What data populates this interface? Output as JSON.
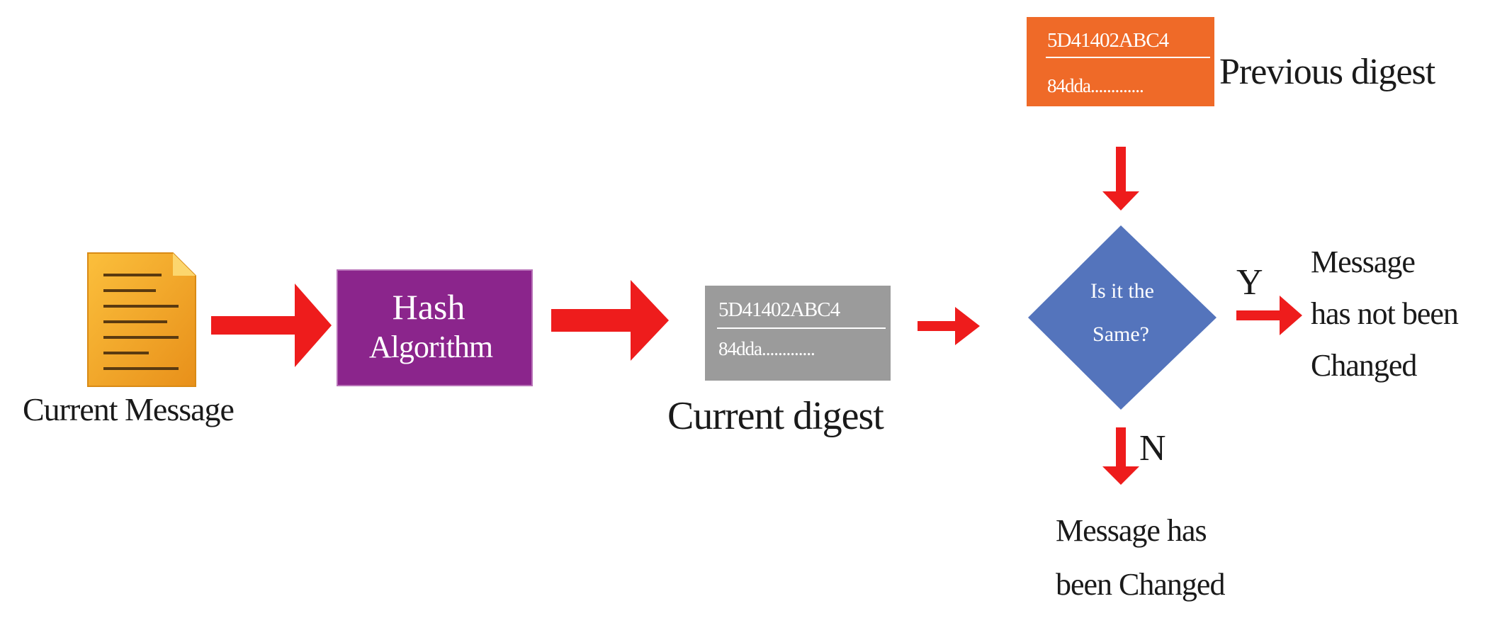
{
  "colors": {
    "arrow": "#ee1c1c",
    "hash_box": "#8b258c",
    "current_digest_box": "#9b9b9b",
    "previous_digest_box": "#ef6a28",
    "decision_diamond": "#5474bc",
    "document_icon": "#f4a82a",
    "text": "#1a1a1a",
    "box_text": "#ffffff"
  },
  "icons": {
    "message": "document-icon"
  },
  "message": {
    "label": "Current Message"
  },
  "hash": {
    "line1": "Hash",
    "line2": "Algorithm"
  },
  "current_digest": {
    "line1": "5D41402ABC4",
    "line2": "84dda.............",
    "label": "Current digest"
  },
  "previous_digest": {
    "line1": "5D41402ABC4",
    "line2": "84dda.............",
    "label": "Previous digest"
  },
  "decision": {
    "line1": "Is it the",
    "line2": "Same?"
  },
  "branch_yes": {
    "letter": "Y",
    "line1": "Message",
    "line2": "has not been",
    "line3": "Changed"
  },
  "branch_no": {
    "letter": "N",
    "line1": "Message has",
    "line2": "been Changed"
  }
}
